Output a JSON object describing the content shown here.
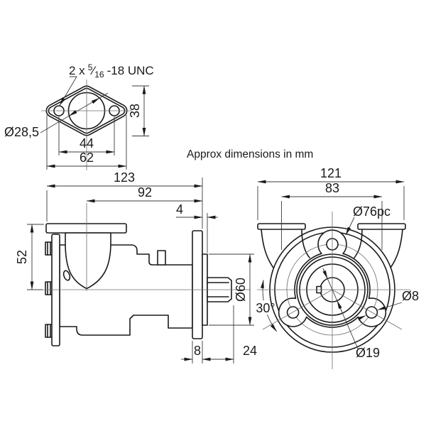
{
  "note": "Approx dimensions in mm",
  "style": {
    "ink": "#1a1a1a",
    "background": "#ffffff"
  },
  "views": {
    "port_flange_detail": {
      "thread_label": {
        "prefix": "2 x",
        "numerator": "5",
        "slash": "⁄",
        "denominator": "16",
        "suffix": "-18 UNC"
      },
      "dims": {
        "bore": "Ø28,5",
        "hole_spacing": "44",
        "width": "62",
        "height": "38"
      }
    },
    "side_view": {
      "dims": {
        "overall_length": "123",
        "port_to_face": "92",
        "pilot_depth": "4",
        "flange_to_axis": "52",
        "pilot_diameter": "Ø60",
        "flange_thickness": "8",
        "shaft_protrusion": "24"
      }
    },
    "front_view": {
      "dims": {
        "overall_width": "121",
        "port_spacing": "83",
        "bolt_circle": "Ø76pc",
        "bolt_hole": "Ø8",
        "shaft_bore": "Ø19",
        "mount_angle": "30°"
      }
    }
  }
}
